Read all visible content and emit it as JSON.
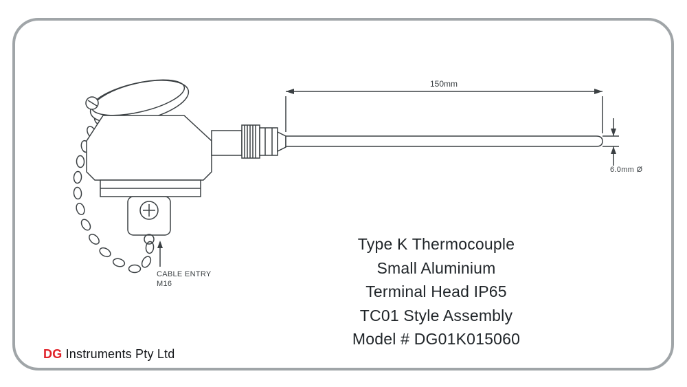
{
  "diagram": {
    "length_dimension": "150mm",
    "diameter_dimension": "6.0mm Ø",
    "cable_entry_label_line1": "CABLE ENTRY",
    "cable_entry_label_line2": "M16"
  },
  "spec": {
    "lines": [
      "Type K Thermocouple",
      "Small Aluminium",
      "Terminal Head IP65",
      "TC01 Style Assembly",
      "Model # DG01K015060"
    ]
  },
  "footer": {
    "brand": "DG",
    "company": " Instruments Pty Ltd"
  },
  "colors": {
    "brand_red": "#e02128",
    "border_gray": "#a0a5a8",
    "drawing_line": "#3b4043",
    "text": "#1f2428"
  }
}
